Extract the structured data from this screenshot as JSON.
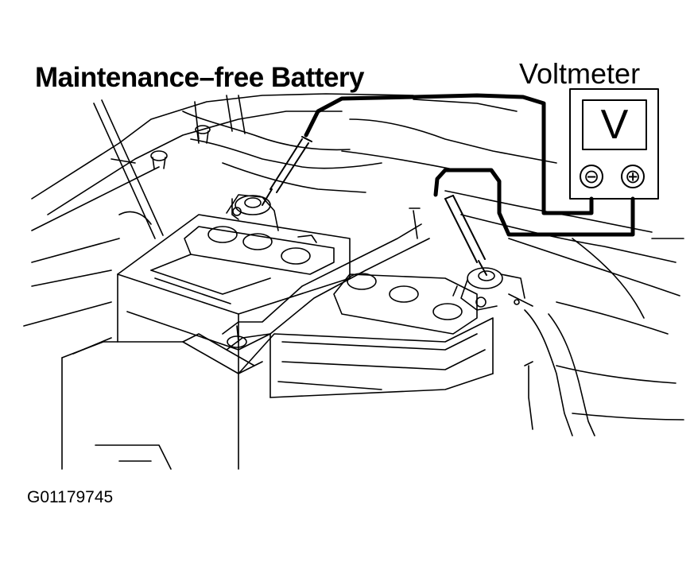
{
  "title": "Maintenance–free Battery",
  "voltmeter": {
    "label": "Voltmeter",
    "display": "V",
    "negative_symbol": "⊖",
    "positive_symbol": "⊕"
  },
  "figure_id": "G01179745",
  "colors": {
    "ink": "#000000",
    "paper": "#ffffff"
  }
}
